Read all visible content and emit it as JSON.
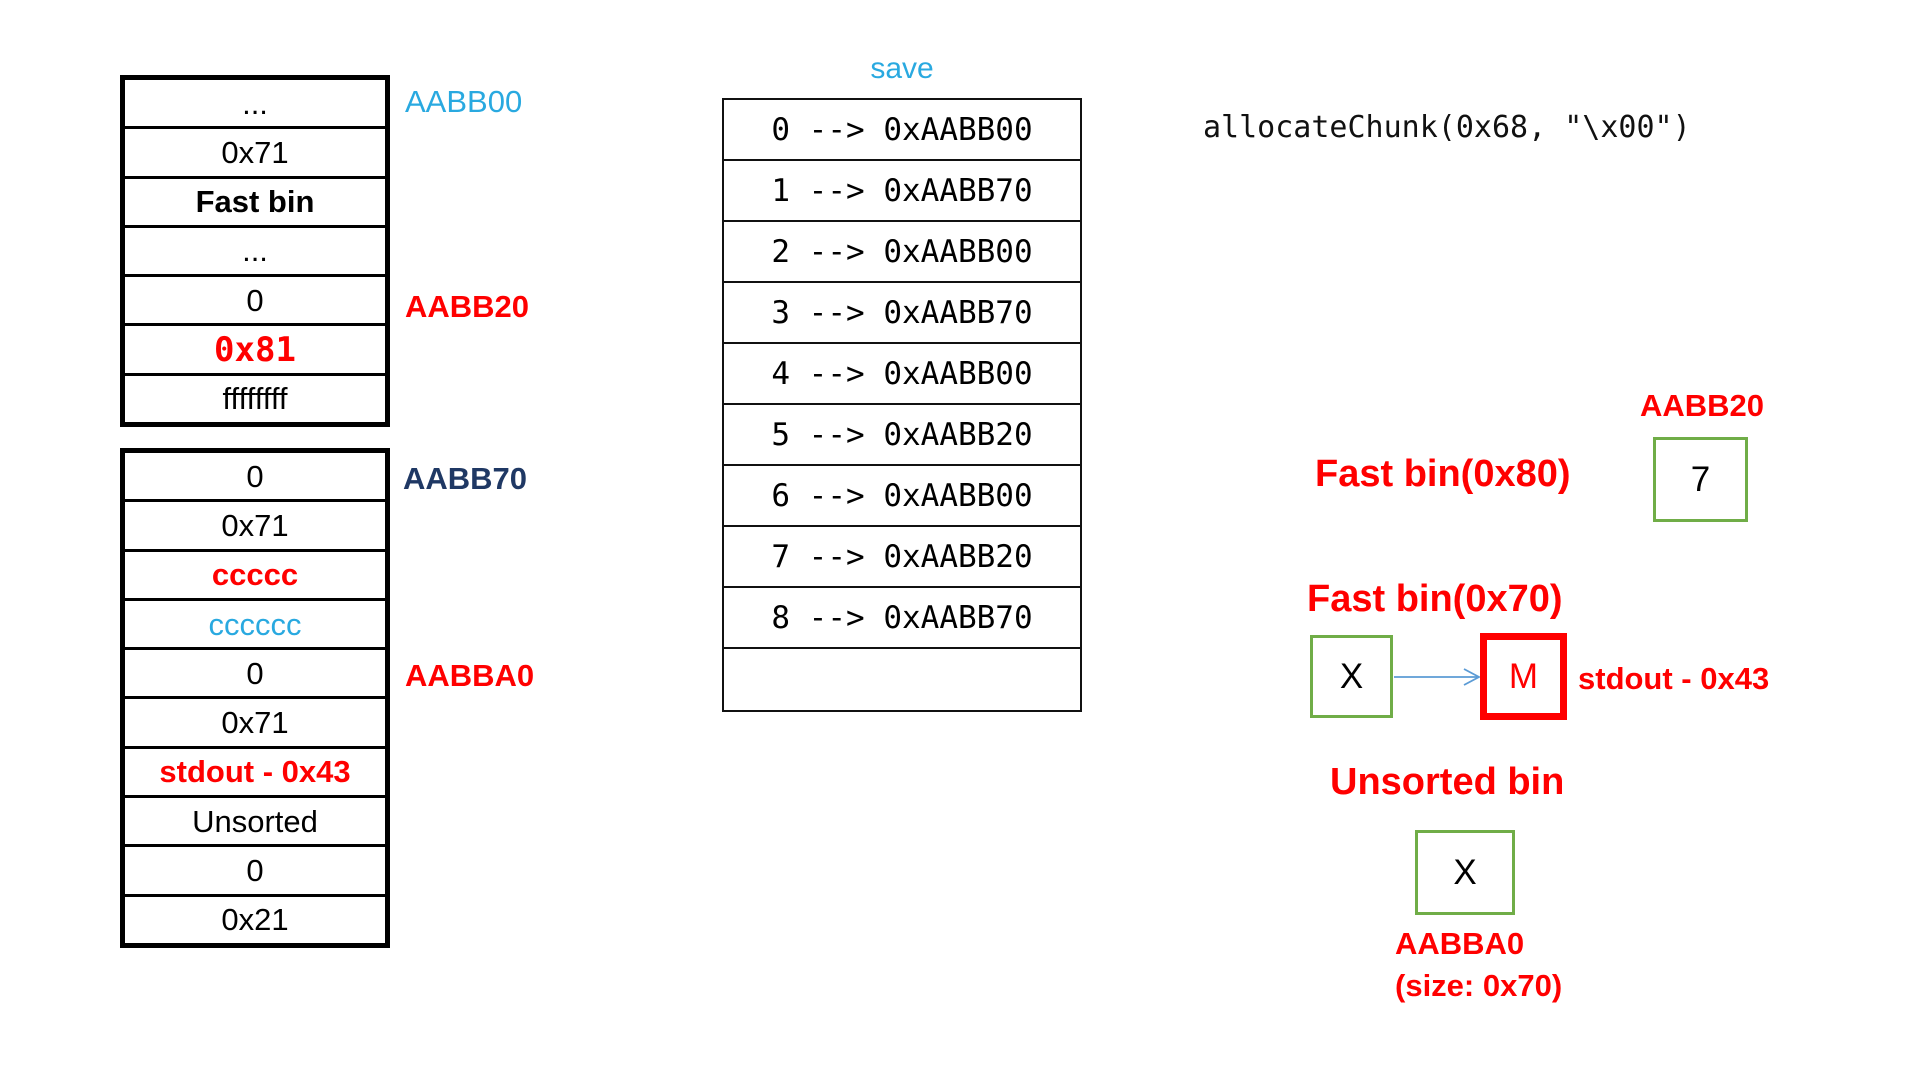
{
  "colors": {
    "red": "#FF0000",
    "cyan": "#29A9E0",
    "navy": "#1F3864",
    "green_box_border": "#70AD47",
    "arrow_blue": "#5B9BD5",
    "black": "#000000"
  },
  "heap_top": {
    "label_top": "AABB00",
    "label_mid": "AABB20",
    "rows": [
      "...",
      "0x71",
      "Fast bin",
      "...",
      "0",
      "0x81",
      "ffffffff"
    ]
  },
  "heap_bottom": {
    "label_top": "AABB70",
    "label_mid": "AABBA0",
    "rows": [
      "0",
      "0x71",
      "ccccc",
      "cccccc",
      "0",
      "0x71",
      "stdout - 0x43",
      "Unsorted",
      "0",
      "0x21"
    ]
  },
  "save_table": {
    "title": "save",
    "rows": [
      "0 --> 0xAABB00",
      "1 --> 0xAABB70",
      "2 --> 0xAABB00",
      "3 --> 0xAABB70",
      "4 --> 0xAABB00",
      "5 --> 0xAABB20",
      "6 --> 0xAABB00",
      "7 --> 0xAABB20",
      "8 --> 0xAABB70",
      ""
    ]
  },
  "code_call": "allocateChunk(0x68, \"\\x00\")",
  "fastbin_80": {
    "title": "Fast bin(0x80)",
    "box_address": "AABB20",
    "box_value": "7"
  },
  "fastbin_70": {
    "title": "Fast bin(0x70)",
    "head_value": "X",
    "target_value": "M",
    "note": "stdout - 0x43"
  },
  "unsorted_bin": {
    "title": "Unsorted bin",
    "box_value": "X",
    "address": "AABBA0",
    "size_note": "(size: 0x70)"
  }
}
